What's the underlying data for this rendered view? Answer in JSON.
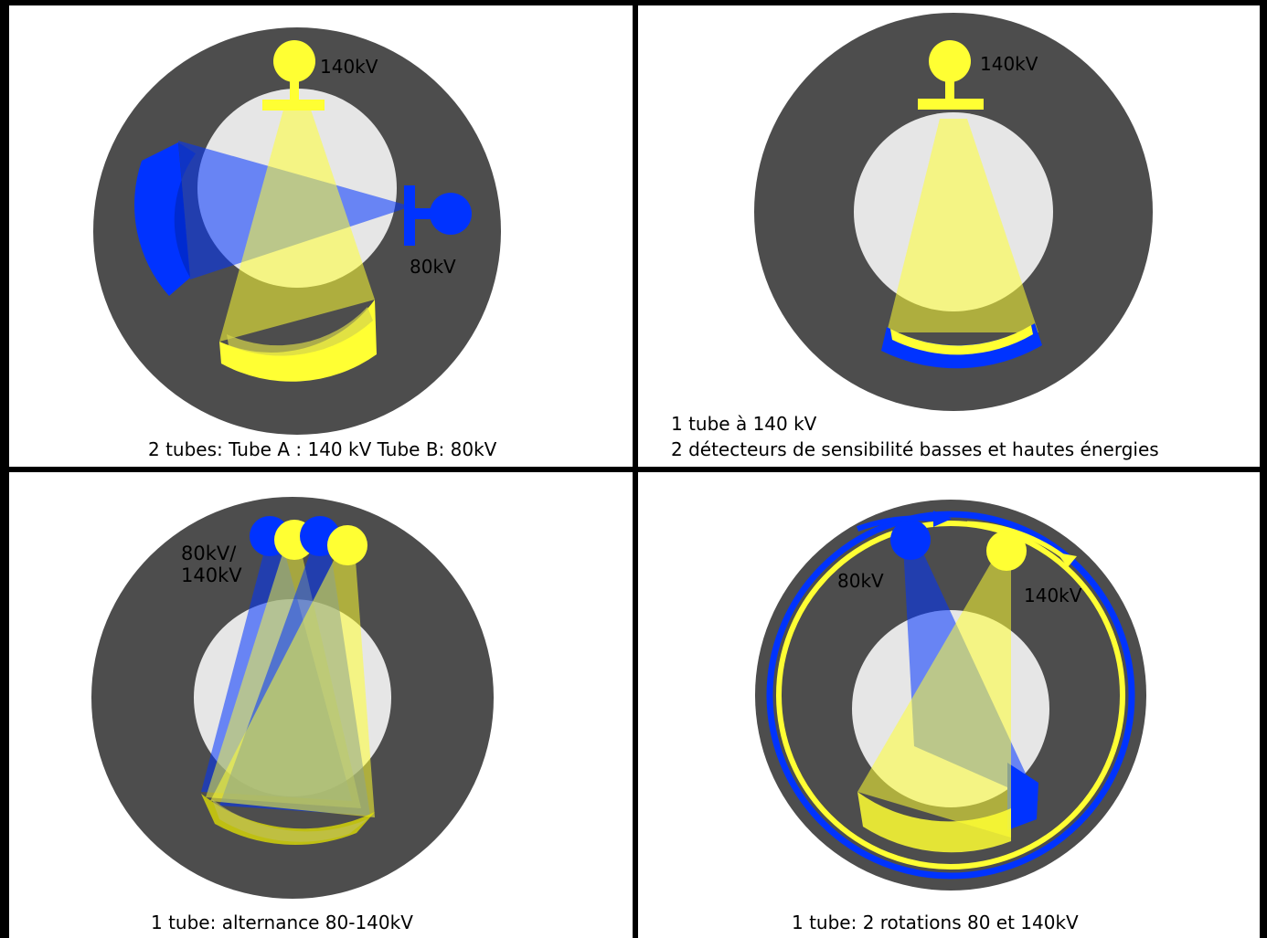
{
  "colors": {
    "gantry": "#4d4d4d",
    "patient": "#e6e6e6",
    "high_energy": "#ffff33",
    "low_energy": "#0033ff",
    "border": "#000000"
  },
  "panels": [
    {
      "id": "dual-source",
      "labels": {
        "tube_a": "140kV",
        "tube_b": "80kV"
      },
      "caption": "2 tubes: Tube A : 140 kV Tube B: 80kV"
    },
    {
      "id": "dual-layer",
      "labels": {
        "tube": "140kV"
      },
      "caption_lines": [
        "1 tube à 140 kV",
        "2 détecteurs de sensibilité basses et hautes énergies"
      ]
    },
    {
      "id": "kv-switching",
      "labels": {
        "line1": "80kV/",
        "line2": "140kV"
      },
      "caption": "1 tube: alternance  80-140kV"
    },
    {
      "id": "dual-spin",
      "labels": {
        "low": "80kV",
        "high": "140kV"
      },
      "caption": "1 tube: 2 rotations  80 et 140kV"
    }
  ]
}
